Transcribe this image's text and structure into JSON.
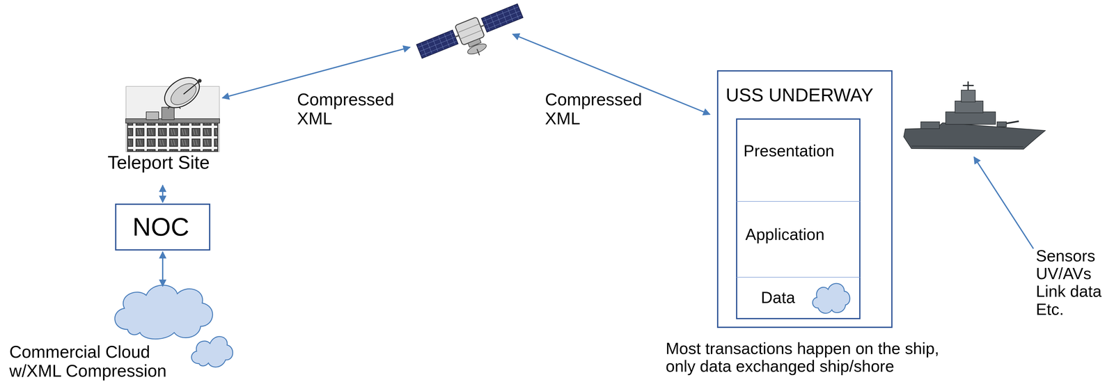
{
  "diagram": {
    "nodes": [
      {
        "text": [
          "Teleport Site"
        ]
      },
      {
        "text": [
          "NOC"
        ]
      },
      {
        "text": [
          "Commercial Cloud w/XML Compression"
        ]
      },
      {
        "text": [
          "USS UNDERWAY"
        ]
      },
      {
        "text": [
          "Presentation"
        ],
        "in": 3
      },
      {
        "text": [
          "Application"
        ],
        "in": 3
      },
      {
        "text": [
          "Data"
        ],
        "in": 3
      }
    ],
    "edges": [
      {
        "from": 0,
        "to": 1,
        "arrow": "both"
      },
      {
        "from": 1,
        "to": 2,
        "arrow": "both"
      }
    ],
    "labels": [
      "Compressed XML",
      "Compressed XML",
      "Most transactions happen on the ship, only data exchanged ship/shore",
      "Sensors UV/AVs Link data Etc."
    ]
  }
}
